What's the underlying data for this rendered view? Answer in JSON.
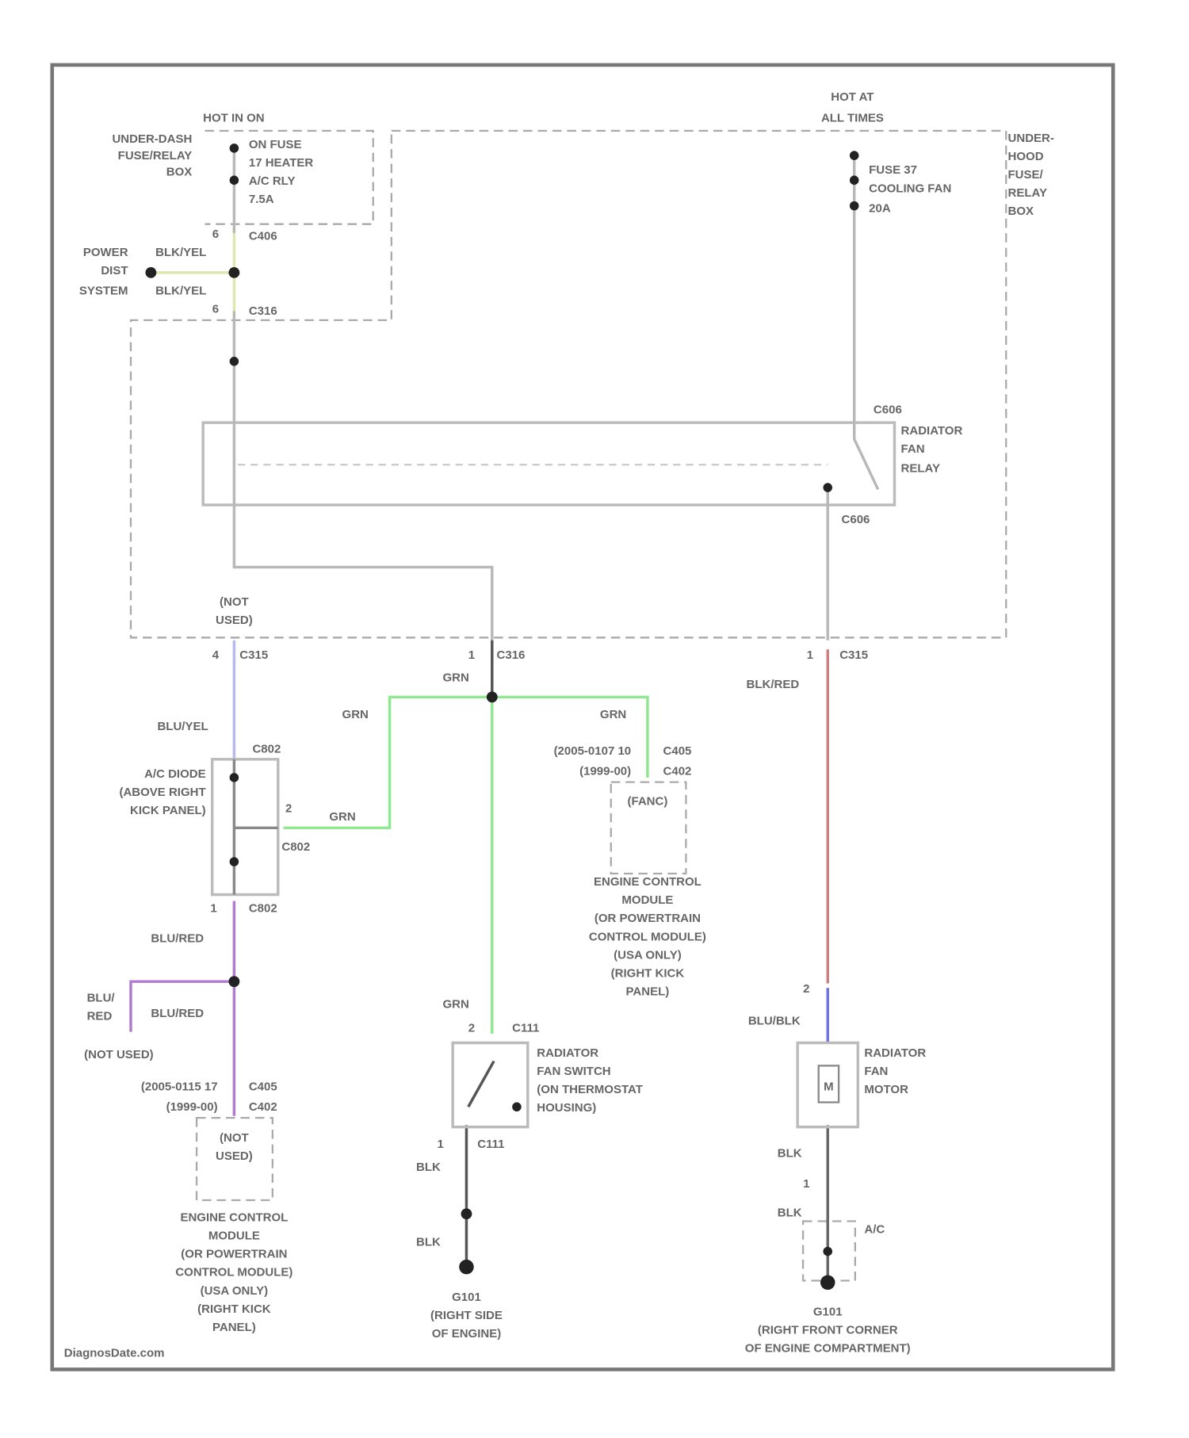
{
  "diagram": {
    "watermark": "DiagnosDate.com",
    "colors": {
      "gray": "#b8b8b8",
      "green": "#8fe88f",
      "blue_yellow": "#b8b8f0",
      "blue_red": "#b07ad0",
      "red": "#c88080",
      "blue_black": "#7070e0",
      "yellow": "#dde8b0"
    },
    "top_left": {
      "hot_in": "HOT IN ON",
      "box_label": [
        "UNDER-DASH",
        "FUSE/RELAY",
        "BOX"
      ],
      "fuse": [
        "ON FUSE",
        "17 HEATER",
        "A/C RLY",
        "7.5A"
      ],
      "pin_c406": "6",
      "c406": "C406",
      "power_dist": [
        "POWER",
        "DIST",
        "SYSTEM"
      ],
      "wire1": "BLK/YEL",
      "wire2": "BLK/YEL",
      "pin_c316": "6",
      "c316": "C316"
    },
    "top_right": {
      "hot_at": [
        "HOT AT",
        "ALL TIMES"
      ],
      "fuse": [
        "FUSE 37",
        "COOLING FAN",
        "20A"
      ],
      "box_label": [
        "UNDER-",
        "HOOD",
        "FUSE/",
        "RELAY",
        "BOX"
      ]
    },
    "relay": {
      "label": [
        "RADIATOR",
        "FAN",
        "RELAY"
      ],
      "c_top": "C606",
      "c_bottom": "C606"
    },
    "mid": {
      "not_used_1": [
        "(NOT",
        "USED)"
      ],
      "c1_pin": "4",
      "c1": "C315",
      "c2_pin": "1",
      "c2": "C316",
      "c3_pin": "1",
      "c3": "C315",
      "wire_blu_yel": "BLU/YEL",
      "wire_grn_a": "GRN",
      "wire_grn_b": "GRN",
      "wire_grn_c": "GRN",
      "wire_grn_d": "GRN",
      "wire_blk_red": "BLK/RED",
      "diode": [
        "A/C DIODE",
        "(ABOVE RIGHT",
        "KICK PANEL)"
      ],
      "diode_c_top": "C802",
      "diode_pin2": "2",
      "diode_c_mid": "C802",
      "diode_pin1": "1",
      "diode_c_bot": "C802",
      "ecm_years": [
        "(2005-0107 10",
        "(1999-00)"
      ],
      "ecm_conn": [
        "C405",
        "C402"
      ],
      "ecm_pin_label": "(FANC)",
      "ecm_label": [
        "ENGINE CONTROL",
        "MODULE",
        "(OR POWERTRAIN",
        "CONTROL MODULE)",
        "(USA ONLY)",
        "(RIGHT KICK",
        "PANEL)"
      ]
    },
    "bottom_left": {
      "wire_blu_red_1": "BLU/RED",
      "wire_blu_red_2": "BLU/RED",
      "branch": [
        "BLU/",
        "RED"
      ],
      "not_used": "(NOT USED)",
      "years": [
        "(2005-0115 17",
        "(1999-00)"
      ],
      "conn": [
        "C405",
        "C402"
      ],
      "pin_label": [
        "(NOT",
        "USED)"
      ],
      "ecm_label": [
        "ENGINE CONTROL",
        "MODULE",
        "(OR POWERTRAIN",
        "CONTROL MODULE)",
        "(USA ONLY)",
        "(RIGHT KICK",
        "PANEL)"
      ]
    },
    "switch": {
      "wire_grn": "GRN",
      "pin2": "2",
      "c_top": "C111",
      "label": [
        "RADIATOR",
        "FAN SWITCH",
        "(ON THERMOSTAT",
        "HOUSING)"
      ],
      "pin1": "1",
      "c_bot": "C111",
      "wire_blk_1": "BLK",
      "wire_blk_2": "BLK",
      "ground": [
        "G101",
        "(RIGHT SIDE",
        "OF ENGINE)"
      ]
    },
    "motor": {
      "pin2": "2",
      "wire_blu_blk": "BLU/BLK",
      "symbol": "M",
      "label": [
        "RADIATOR",
        "FAN",
        "MOTOR"
      ],
      "wire_blk_1": "BLK",
      "pin1": "1",
      "wire_blk_2": "BLK",
      "ac_label": "A/C",
      "ground": [
        "G101",
        "(RIGHT FRONT CORNER",
        "OF ENGINE COMPARTMENT)"
      ]
    }
  }
}
